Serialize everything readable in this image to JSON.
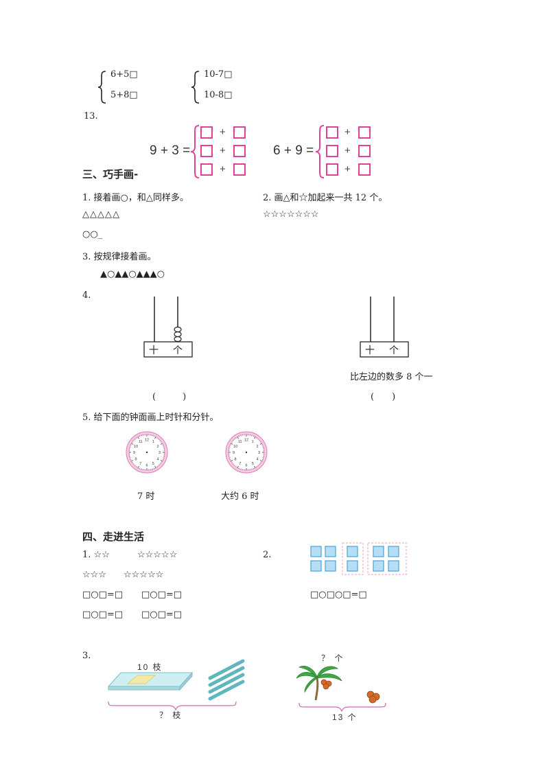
{
  "top_sums": {
    "left": [
      "6+5□",
      "5+8□"
    ],
    "right": [
      "10-7□",
      "10-8□"
    ]
  },
  "q13": {
    "number": "13.",
    "left_expr": "9 + 3 =",
    "right_expr": "6 + 9 =",
    "plus": "+"
  },
  "section3": {
    "title": "三、巧手画-",
    "q1_text": "1. 接着画○，和△同样多。",
    "q1_row1": "△△△△△",
    "q1_row2": "○○_",
    "q2_text": "2. 画△和☆加起来一共 12 个。",
    "q2_row": "☆☆☆☆☆☆☆",
    "q3_text": "3. 按规律接着画。",
    "q3_row": "▲○▲▲○▲▲▲○",
    "q4_number": "4.",
    "abacus_tens": "十",
    "abacus_ones": "个",
    "right_caption": "比左边的数多 8 个一",
    "paren_left": "(　　　)",
    "paren_right": "(　　)",
    "q5_text": "5. 给下面的钟面画上时针和分针。",
    "clock1_label": "7 时",
    "clock2_label": "大约 6 时",
    "clock_numbers": [
      "12",
      "1",
      "2",
      "3",
      "4",
      "5",
      "6",
      "7",
      "8",
      "9",
      "10",
      "11"
    ]
  },
  "section4": {
    "title": "四、走进生活",
    "q1_row1_a": "1.  ☆☆",
    "q1_row1_b": "☆☆☆☆☆",
    "q1_row2_a": "☆☆☆",
    "q1_row2_b": "☆☆☆☆☆",
    "eq_two": "□○□=□",
    "q2_number": "2.",
    "eq_three": "□○□○□=□",
    "q3_number": "3.",
    "pencil_top": "10 枝",
    "pencil_bottom": "？ 枝",
    "coconut_top": "？ 个",
    "coconut_bottom": "13 个"
  }
}
